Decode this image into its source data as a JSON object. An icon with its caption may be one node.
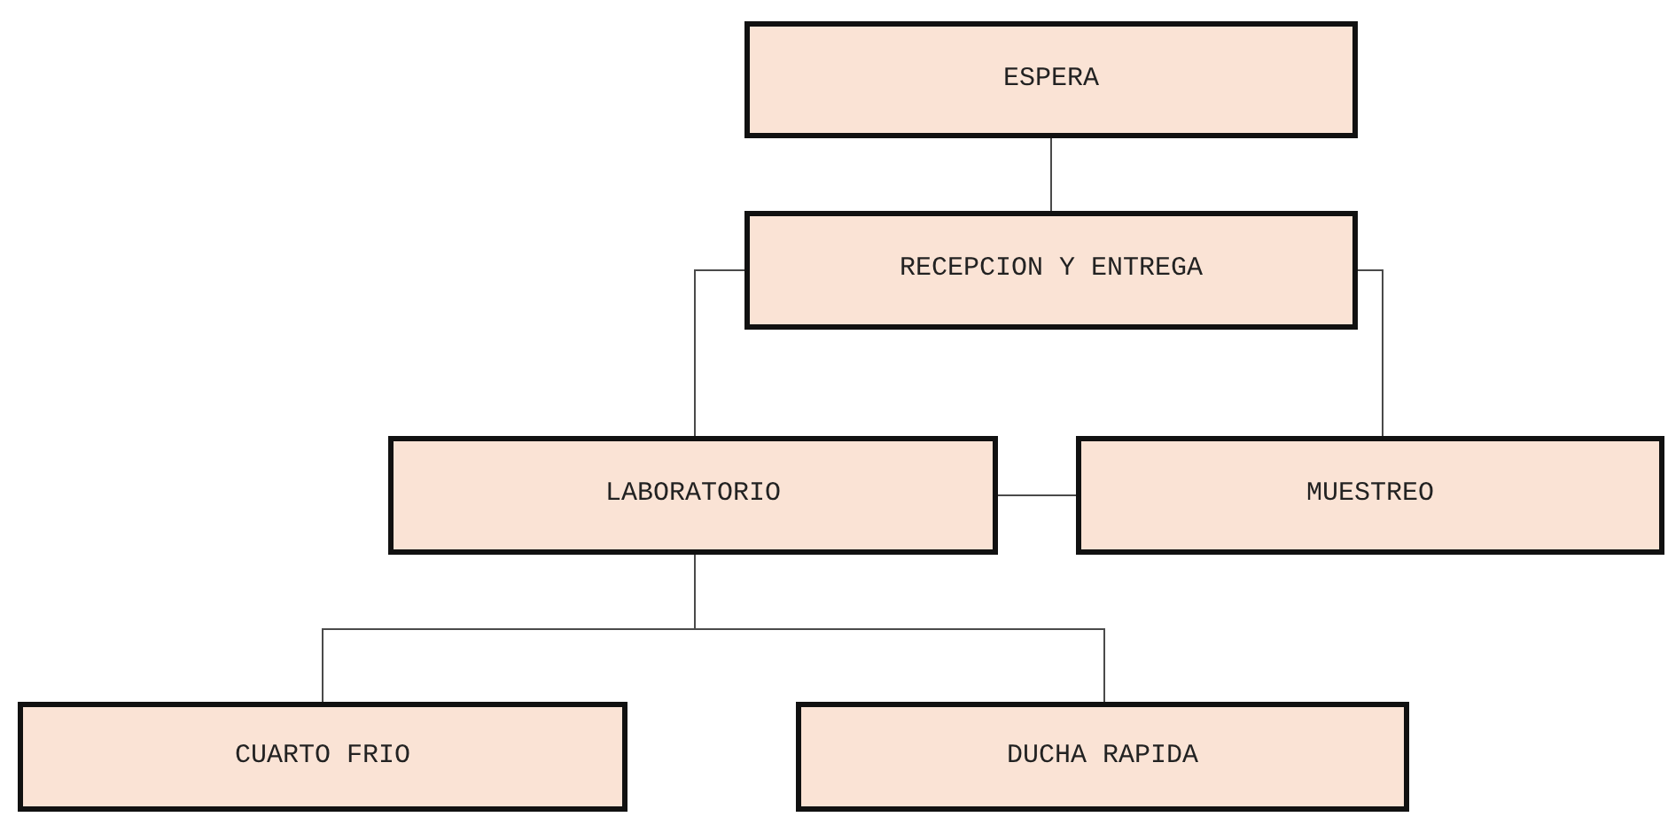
{
  "diagram": {
    "nodes": [
      {
        "text": [
          "ESPERA"
        ]
      },
      {
        "text": [
          "RECEPCION Y ENTREGA"
        ]
      },
      {
        "text": [
          "LABORATORIO"
        ]
      },
      {
        "text": [
          "MUESTREO"
        ]
      },
      {
        "text": [
          "CUARTO FRIO"
        ]
      },
      {
        "text": [
          "DUCHA RAPIDA"
        ]
      }
    ],
    "edges": [
      {
        "from": 0,
        "to": 1,
        "arrow": "none"
      },
      {
        "from": 1,
        "to": 2,
        "arrow": "none"
      },
      {
        "from": 1,
        "to": 3,
        "arrow": "none"
      },
      {
        "from": 2,
        "to": 3,
        "arrow": "none"
      },
      {
        "from": 2,
        "to": 4,
        "arrow": "none"
      },
      {
        "from": 2,
        "to": 5,
        "arrow": "none"
      }
    ]
  }
}
